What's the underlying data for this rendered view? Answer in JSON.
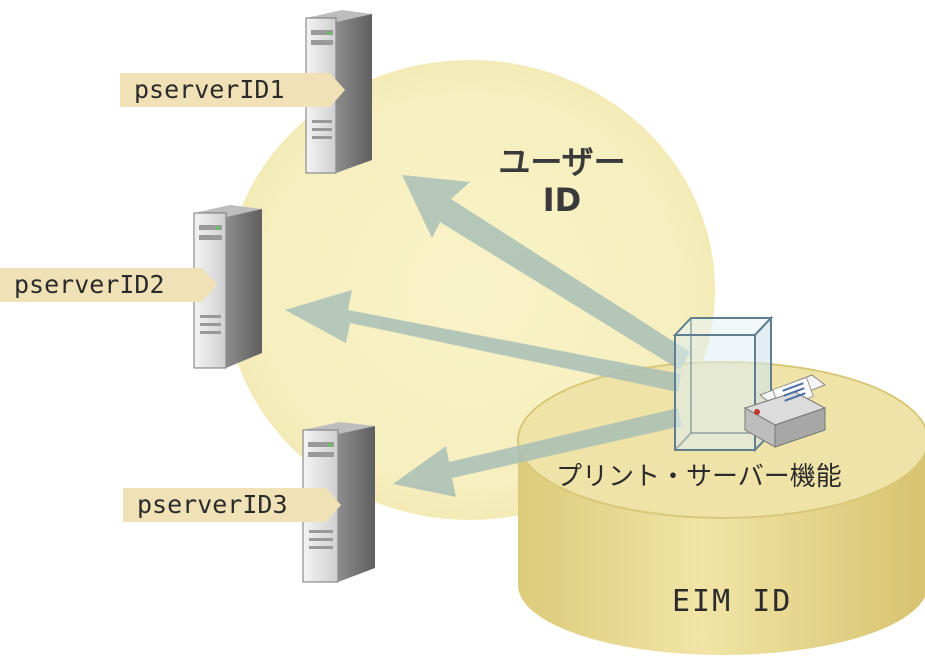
{
  "diagram": {
    "servers": [
      {
        "label": "pserverID1"
      },
      {
        "label": "pserverID2"
      },
      {
        "label": "pserverID3"
      }
    ],
    "user_id_label": "ユーザー\nID",
    "print_server_label": "プリント・サーバー機能",
    "eim_id_label": "EIM ID",
    "colors": {
      "user_circle": "#f7f1c4",
      "eim_cylinder": "#e9d98f",
      "arrows": "#a9bfb6",
      "label_tag": "#f0e2b6"
    },
    "icons": [
      "server-icon",
      "printer-icon",
      "container-cube-icon"
    ]
  }
}
